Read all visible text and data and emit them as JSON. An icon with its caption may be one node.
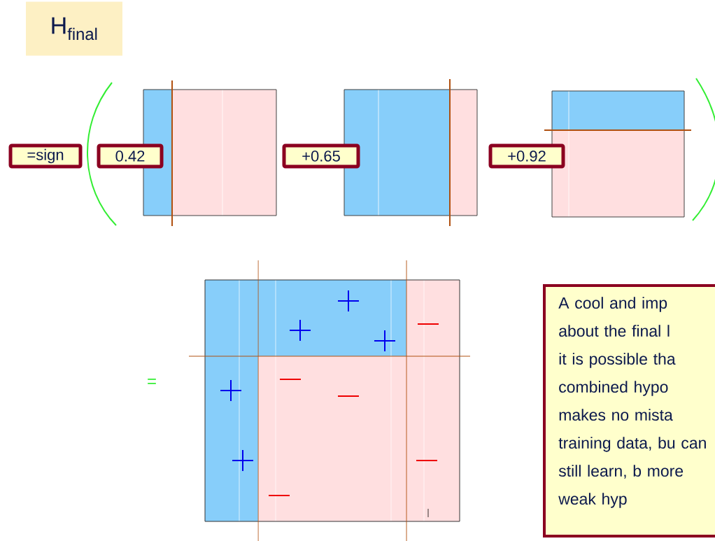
{
  "diagram": {
    "nodes": [
      {
        "text": [
          "H$_{final}$"
        ]
      },
      {
        "text": [
          "=sign"
        ]
      },
      {
        "text": [
          "0.42"
        ]
      },
      {
        "text": [
          "+0.65"
        ]
      },
      {
        "text": [
          "+0.92"
        ]
      },
      {
        "text": [
          "A cool and imp about the final l it is possible tha combined hypo makes no mista training data, bu can still learn, b more weak hyp"
        ]
      }
    ],
    "labels": [
      "="
    ]
  }
}
